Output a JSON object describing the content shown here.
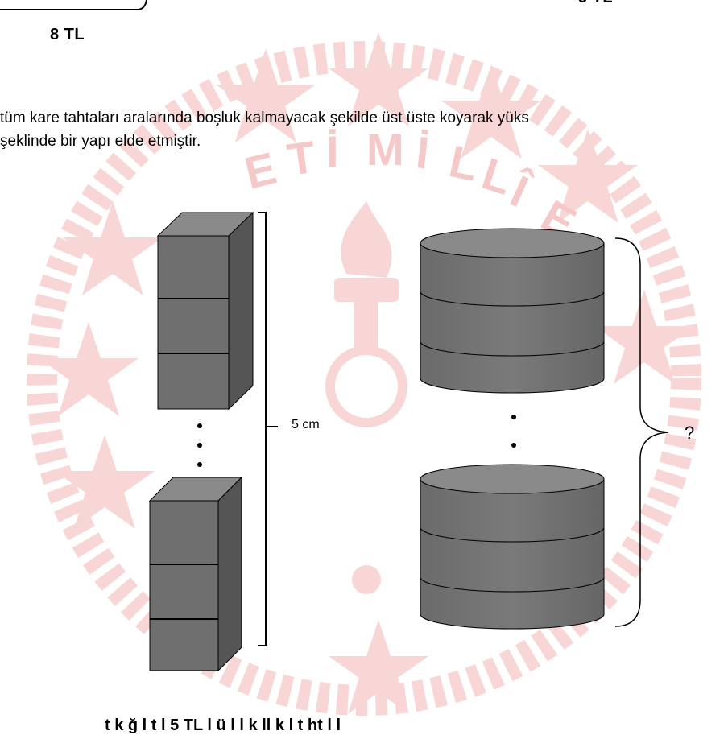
{
  "prices": {
    "left_price": "8 TL",
    "right_price_partial": "5 TL"
  },
  "paragraph": {
    "line1": "tüm kare tahtaları aralarında boşluk kalmayacak şekilde üst üste koyarak yüks",
    "line2": "şeklinde bir yapı elde etmiştir."
  },
  "figure": {
    "square_tower_height_label": "5 cm",
    "cylinder_tower_height_label": "?"
  },
  "bottom_text_partial": "t k   ğ   l t     l 5 TL   l    ü  l      l k      ll k l  t ht l   l",
  "colors": {
    "block_front": "#6f6f6f",
    "block_side": "#555555",
    "block_top": "#8a8a8a",
    "watermark": "#f6c9c9"
  }
}
